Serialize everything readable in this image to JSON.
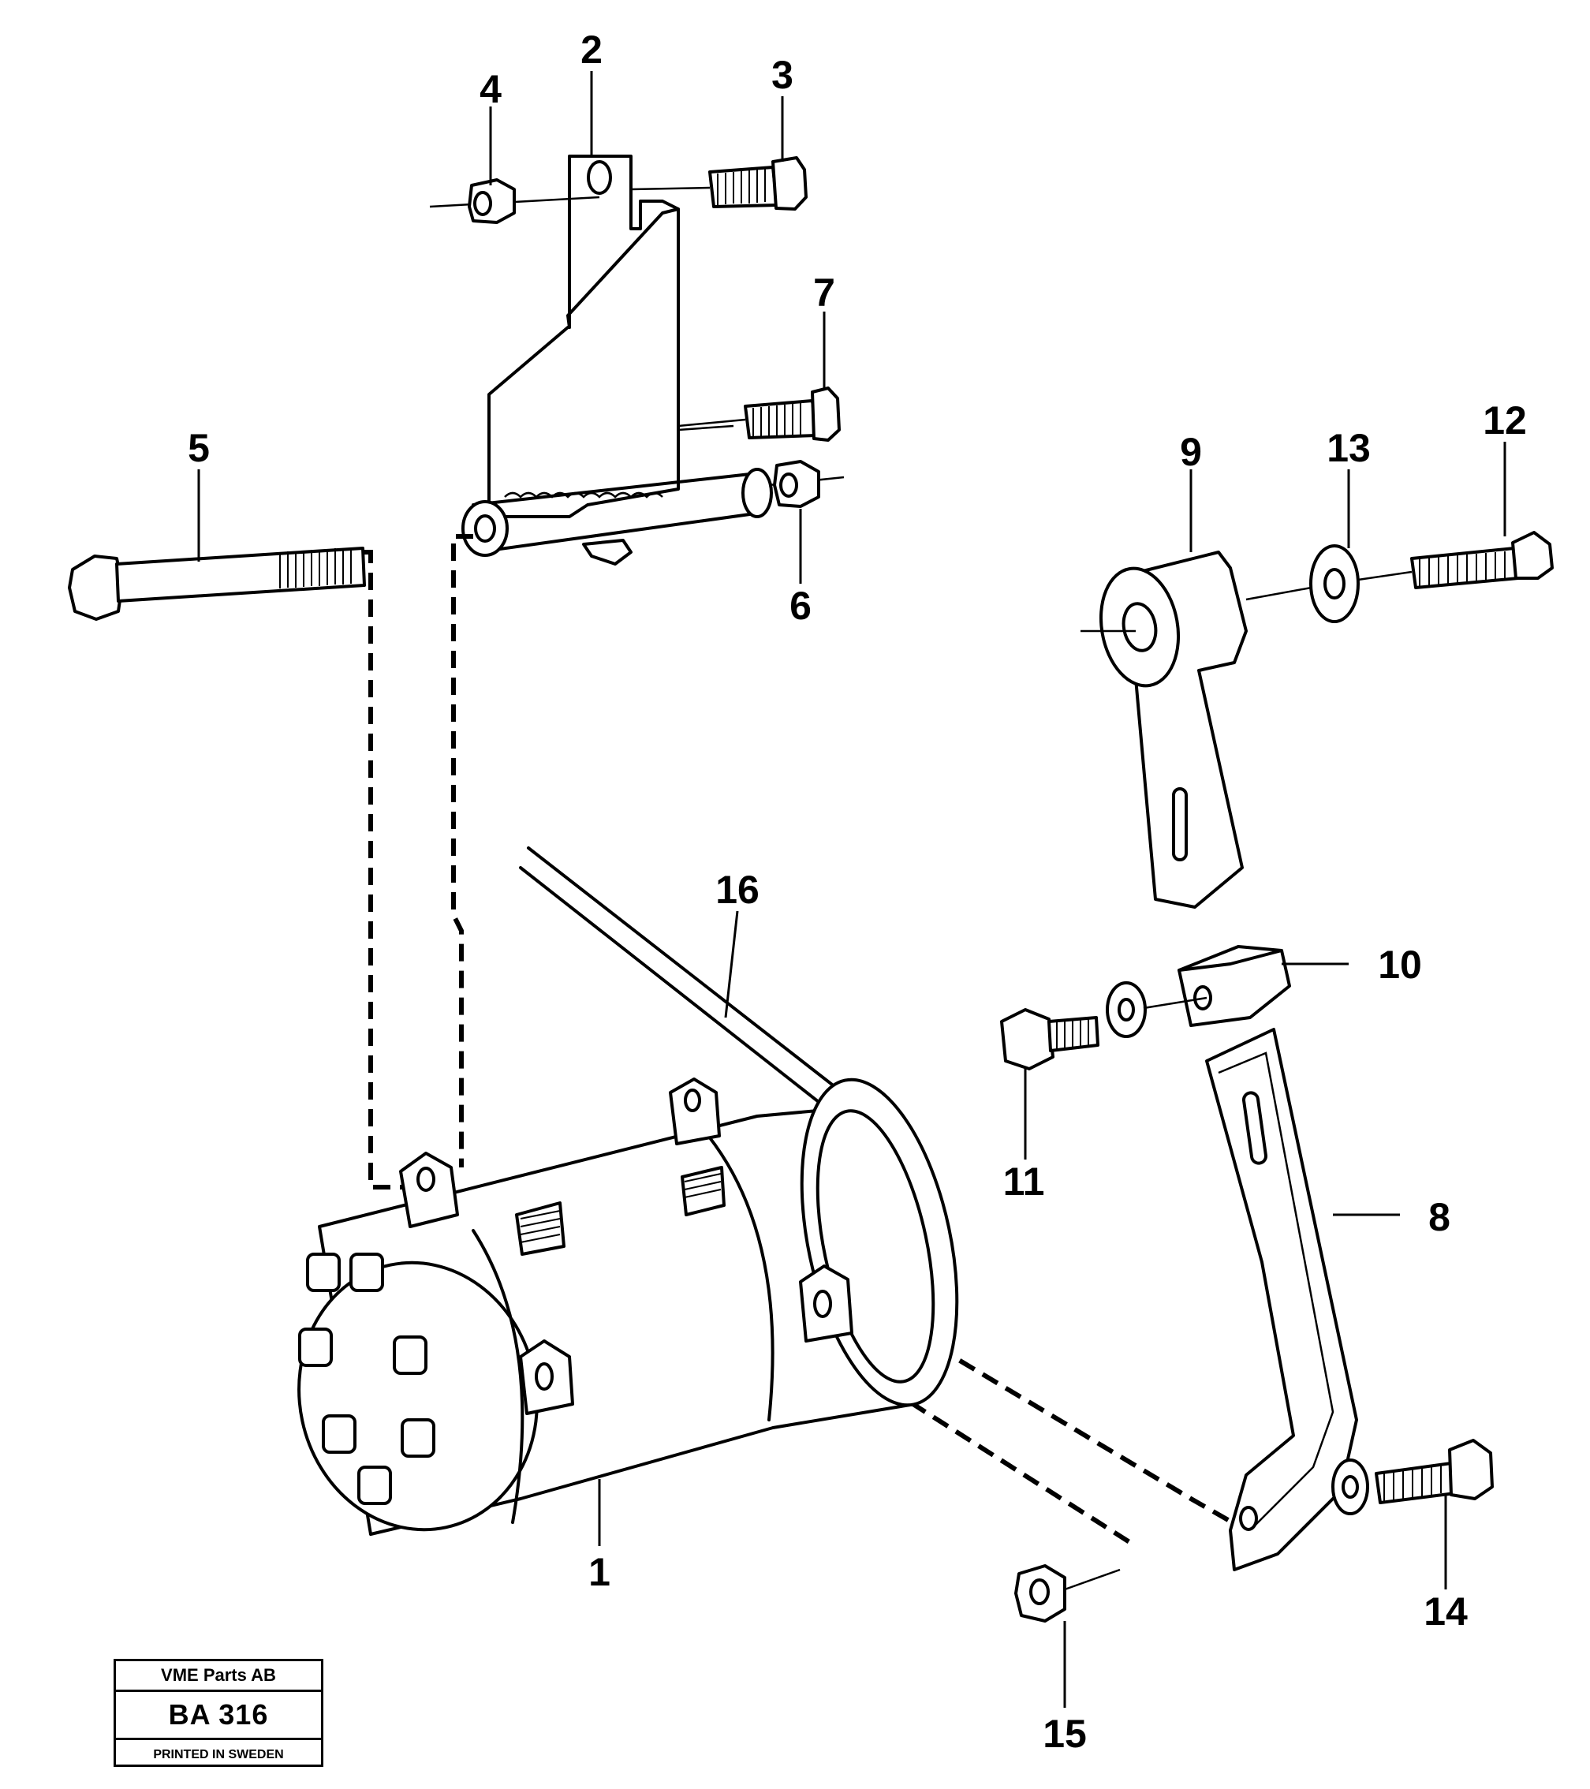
{
  "title_block": {
    "company": "VME Parts AB",
    "code": "BA 316",
    "printed": "PRINTED IN SWEDEN"
  },
  "callouts": [
    {
      "id": "1",
      "label": "1"
    },
    {
      "id": "2",
      "label": "2"
    },
    {
      "id": "3",
      "label": "3"
    },
    {
      "id": "4",
      "label": "4"
    },
    {
      "id": "5",
      "label": "5"
    },
    {
      "id": "6",
      "label": "6"
    },
    {
      "id": "7",
      "label": "7"
    },
    {
      "id": "8",
      "label": "8"
    },
    {
      "id": "9",
      "label": "9"
    },
    {
      "id": "10",
      "label": "10"
    },
    {
      "id": "11",
      "label": "11"
    },
    {
      "id": "12",
      "label": "12"
    },
    {
      "id": "13",
      "label": "13"
    },
    {
      "id": "14",
      "label": "14"
    },
    {
      "id": "15",
      "label": "15"
    },
    {
      "id": "16",
      "label": "16"
    }
  ]
}
